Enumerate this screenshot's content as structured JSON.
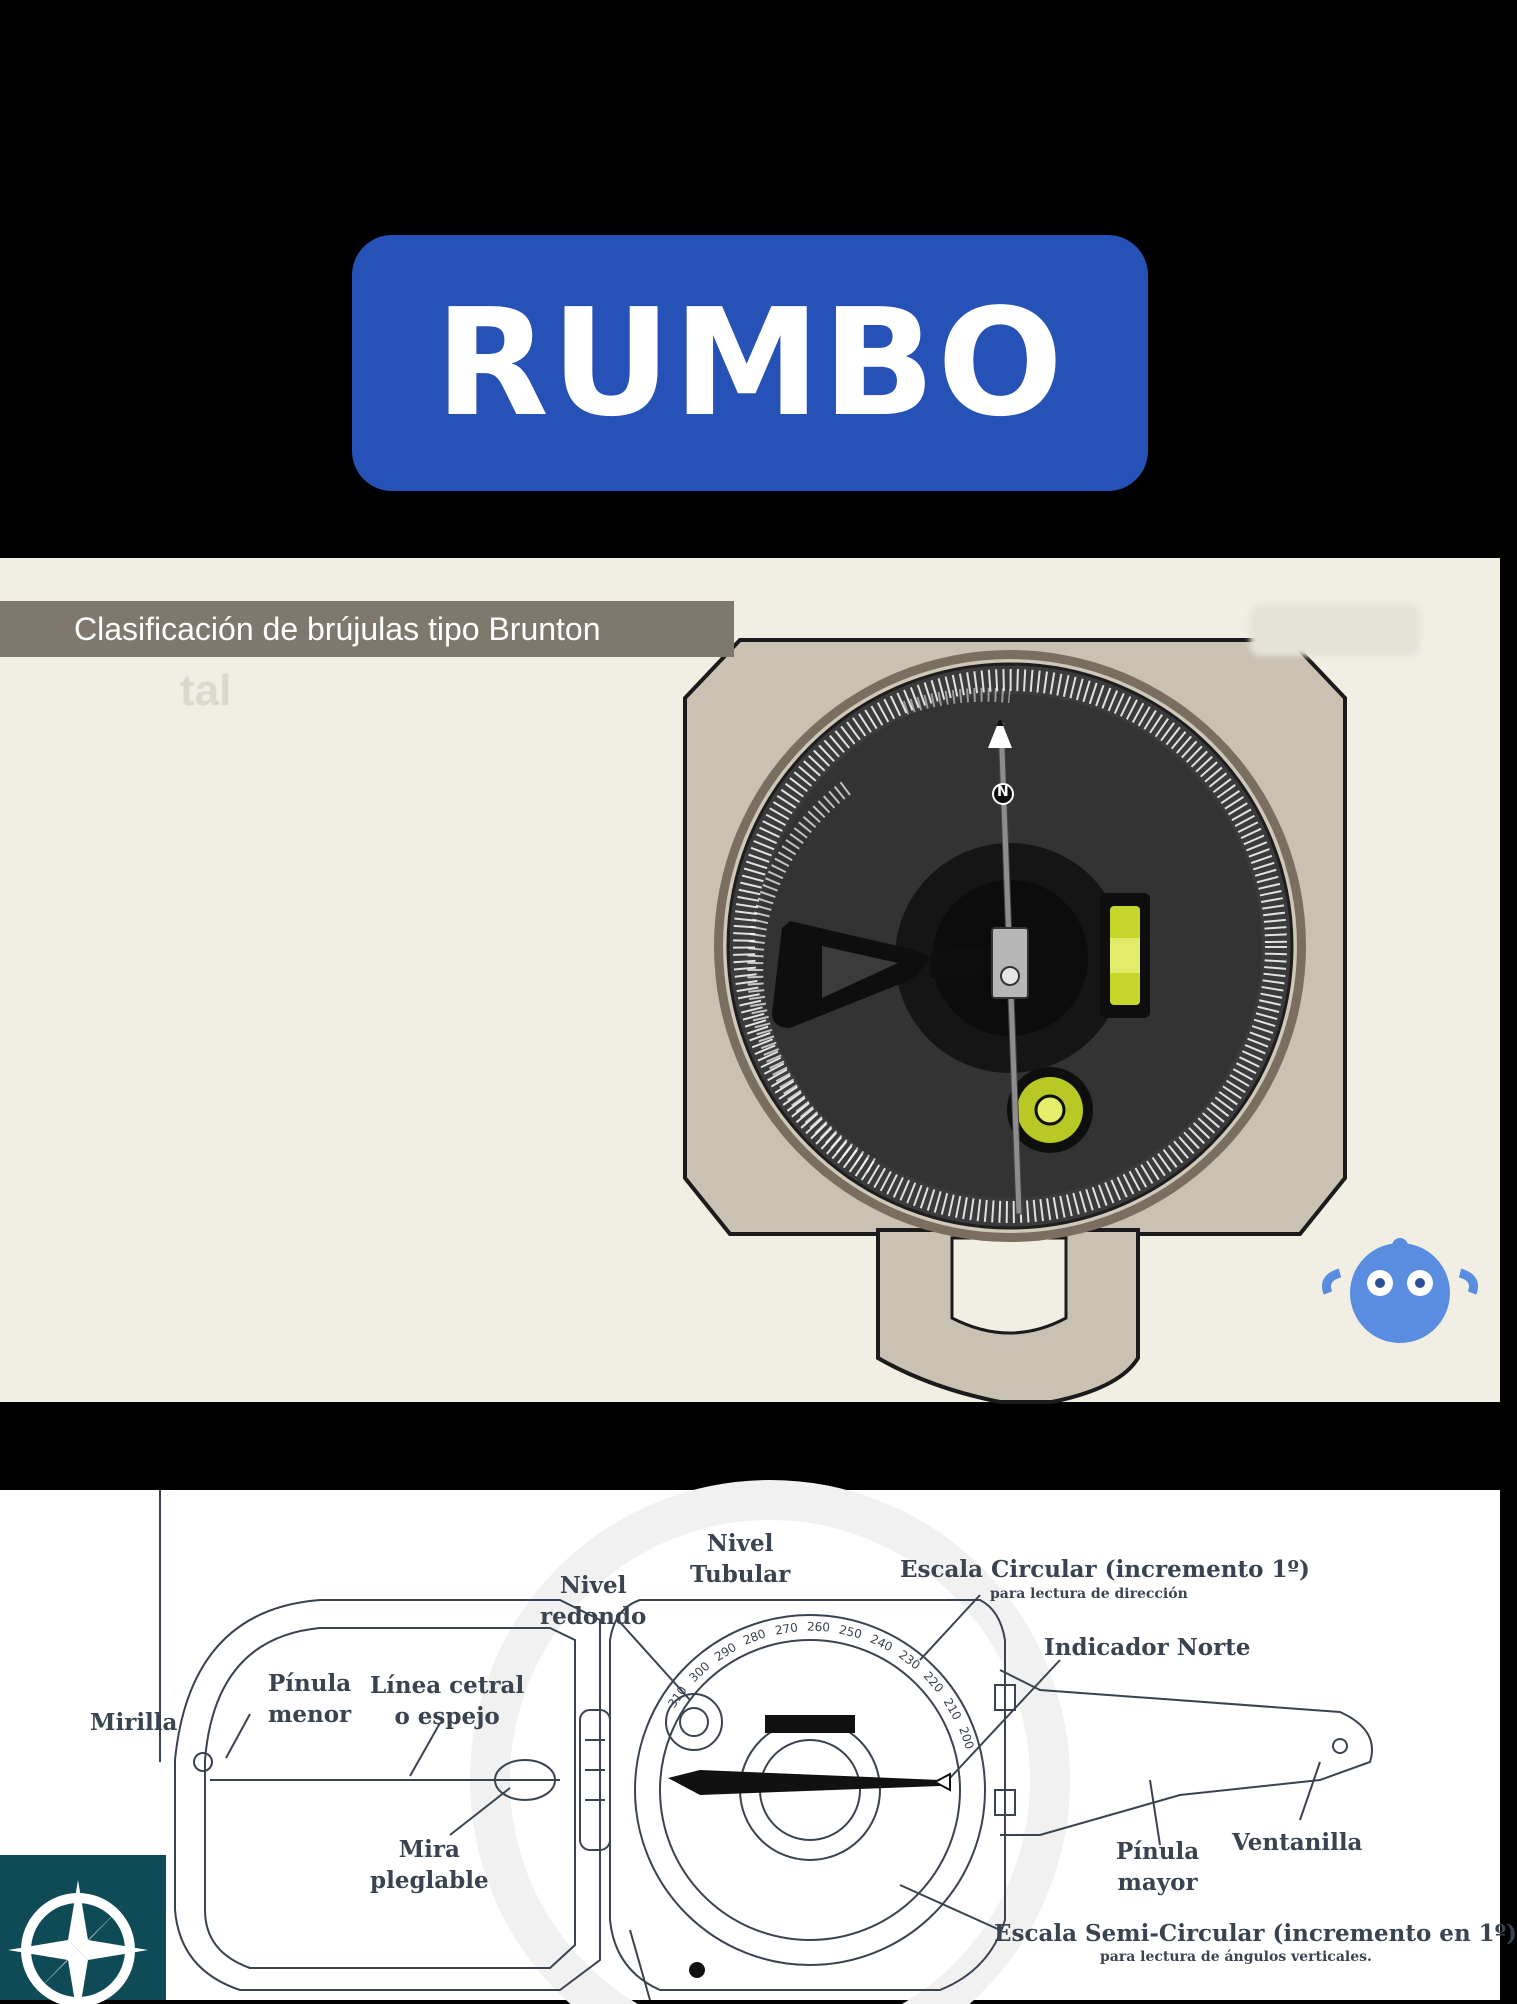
{
  "header": {
    "title": "RUMBO",
    "accent_color": "#2651b7"
  },
  "video": {
    "label": "Clasificación de brújulas tipo Brunton",
    "ghost_text": "tal",
    "needle_north_label": "N",
    "mascot_icon": "robot-mascot-icon",
    "level_color": "#c6d62a"
  },
  "diagram": {
    "labels": {
      "nivel_tubular": [
        "Nivel",
        "Tubular"
      ],
      "nivel_redondo": [
        "Nivel",
        "redondo"
      ],
      "escala_circular": "Escala Circular (incremento 1º)",
      "escala_circular_sub": "para lectura de dirección",
      "indicador_norte": "Indicador Norte",
      "mirilla": "Mirilla",
      "pinula_menor": [
        "Pínula",
        "menor"
      ],
      "linea_central": [
        "Línea cetral",
        "o espejo"
      ],
      "mira_plegable": [
        "Mira",
        "pleglable"
      ],
      "pinula_mayor": [
        "Pínula",
        "mayor"
      ],
      "ventanilla": "Ventanilla",
      "escala_semi": "Escala Semi-Circular (incremento en 1º)",
      "escala_semi_sub": "para lectura de ángulos verticales."
    },
    "scale_numbers": [
      "310",
      "300",
      "290",
      "280",
      "270",
      "260",
      "250",
      "240",
      "230",
      "220",
      "210",
      "200"
    ],
    "logo_icon": "compass-rose-icon"
  }
}
